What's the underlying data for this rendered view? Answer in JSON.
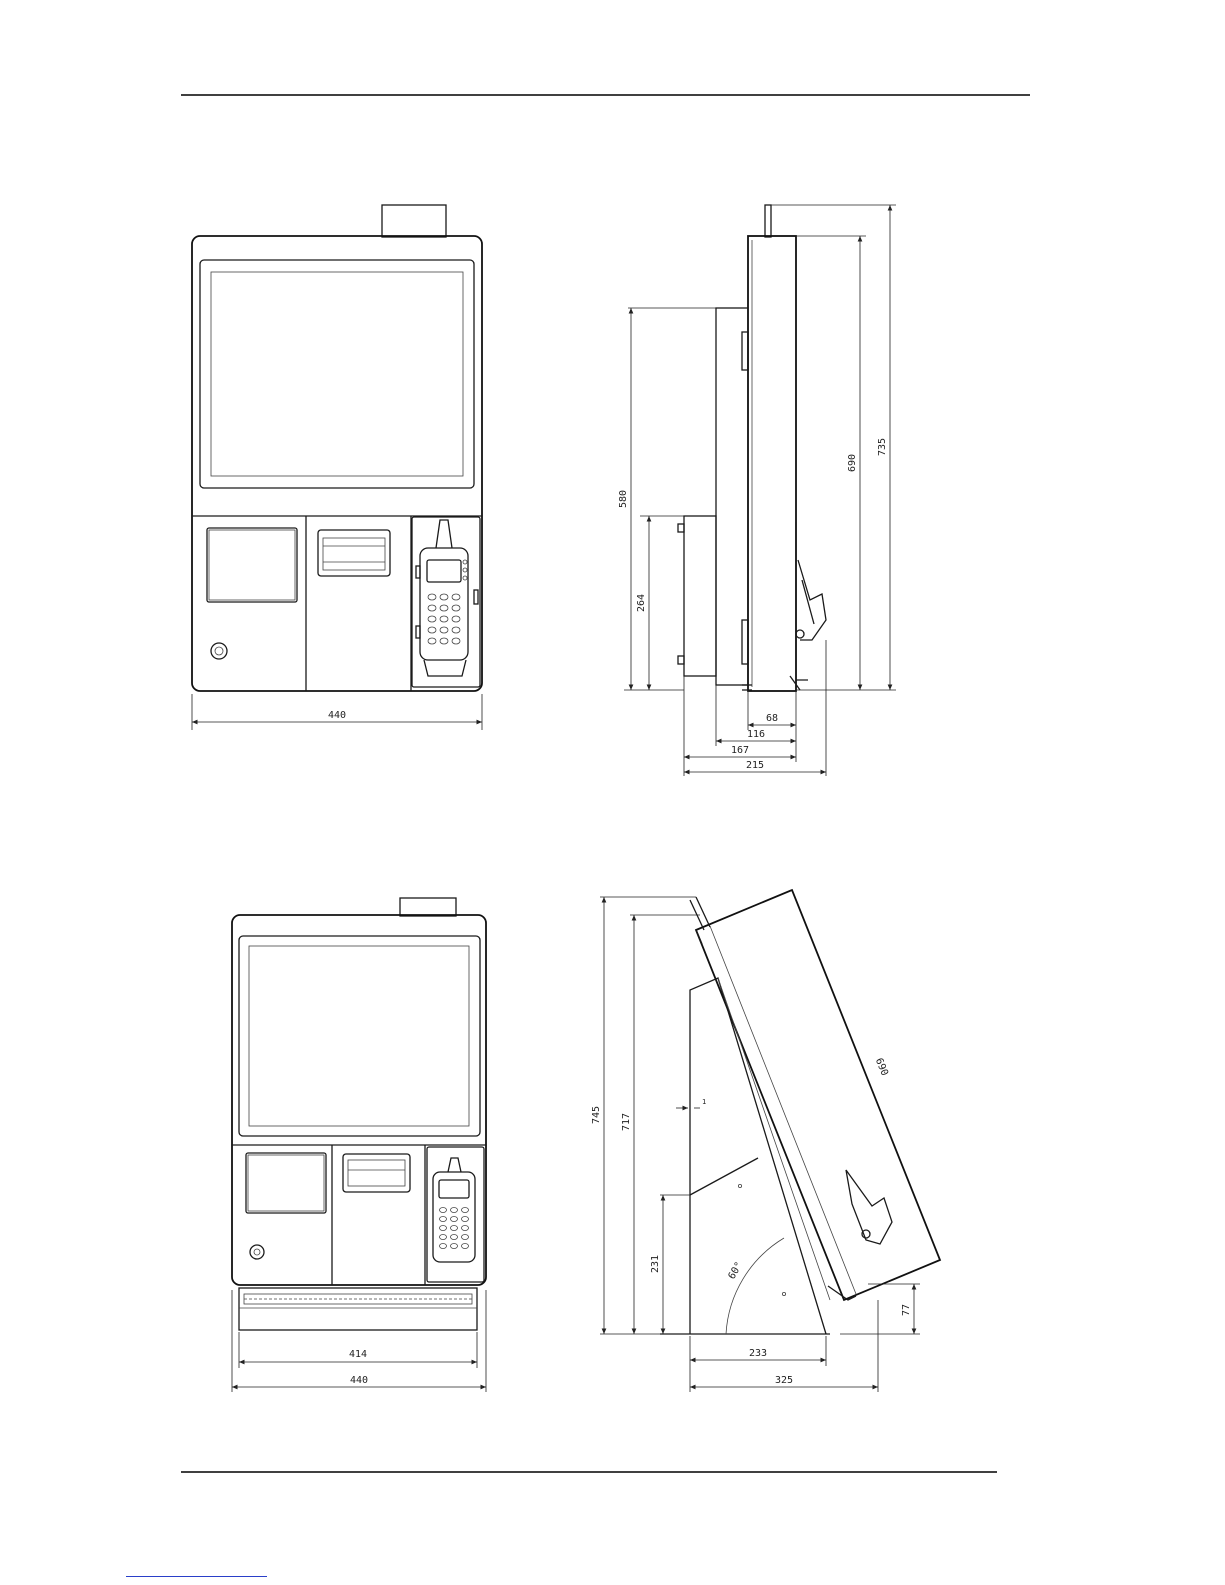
{
  "front_view_upright": {
    "width_label": "440"
  },
  "side_view_upright": {
    "height_overall": "735",
    "height_screen": "690",
    "height_back": "580",
    "height_lower": "264",
    "depth_a": "68",
    "depth_b": "116",
    "depth_c": "167",
    "depth_d": "215"
  },
  "front_view_tilted": {
    "inner_width_label": "414",
    "width_label": "440"
  },
  "side_view_tilted": {
    "height_overall": "745",
    "height_inner": "717",
    "height_base": "231",
    "screen_length": "690",
    "offset_small": "1",
    "angle": "60°",
    "foot_height": "77",
    "depth_base": "233",
    "depth_overall": "325"
  },
  "colors": {
    "line": "#1a1a1a",
    "rule": "#000000",
    "footer_link": "#2a3fc9"
  }
}
